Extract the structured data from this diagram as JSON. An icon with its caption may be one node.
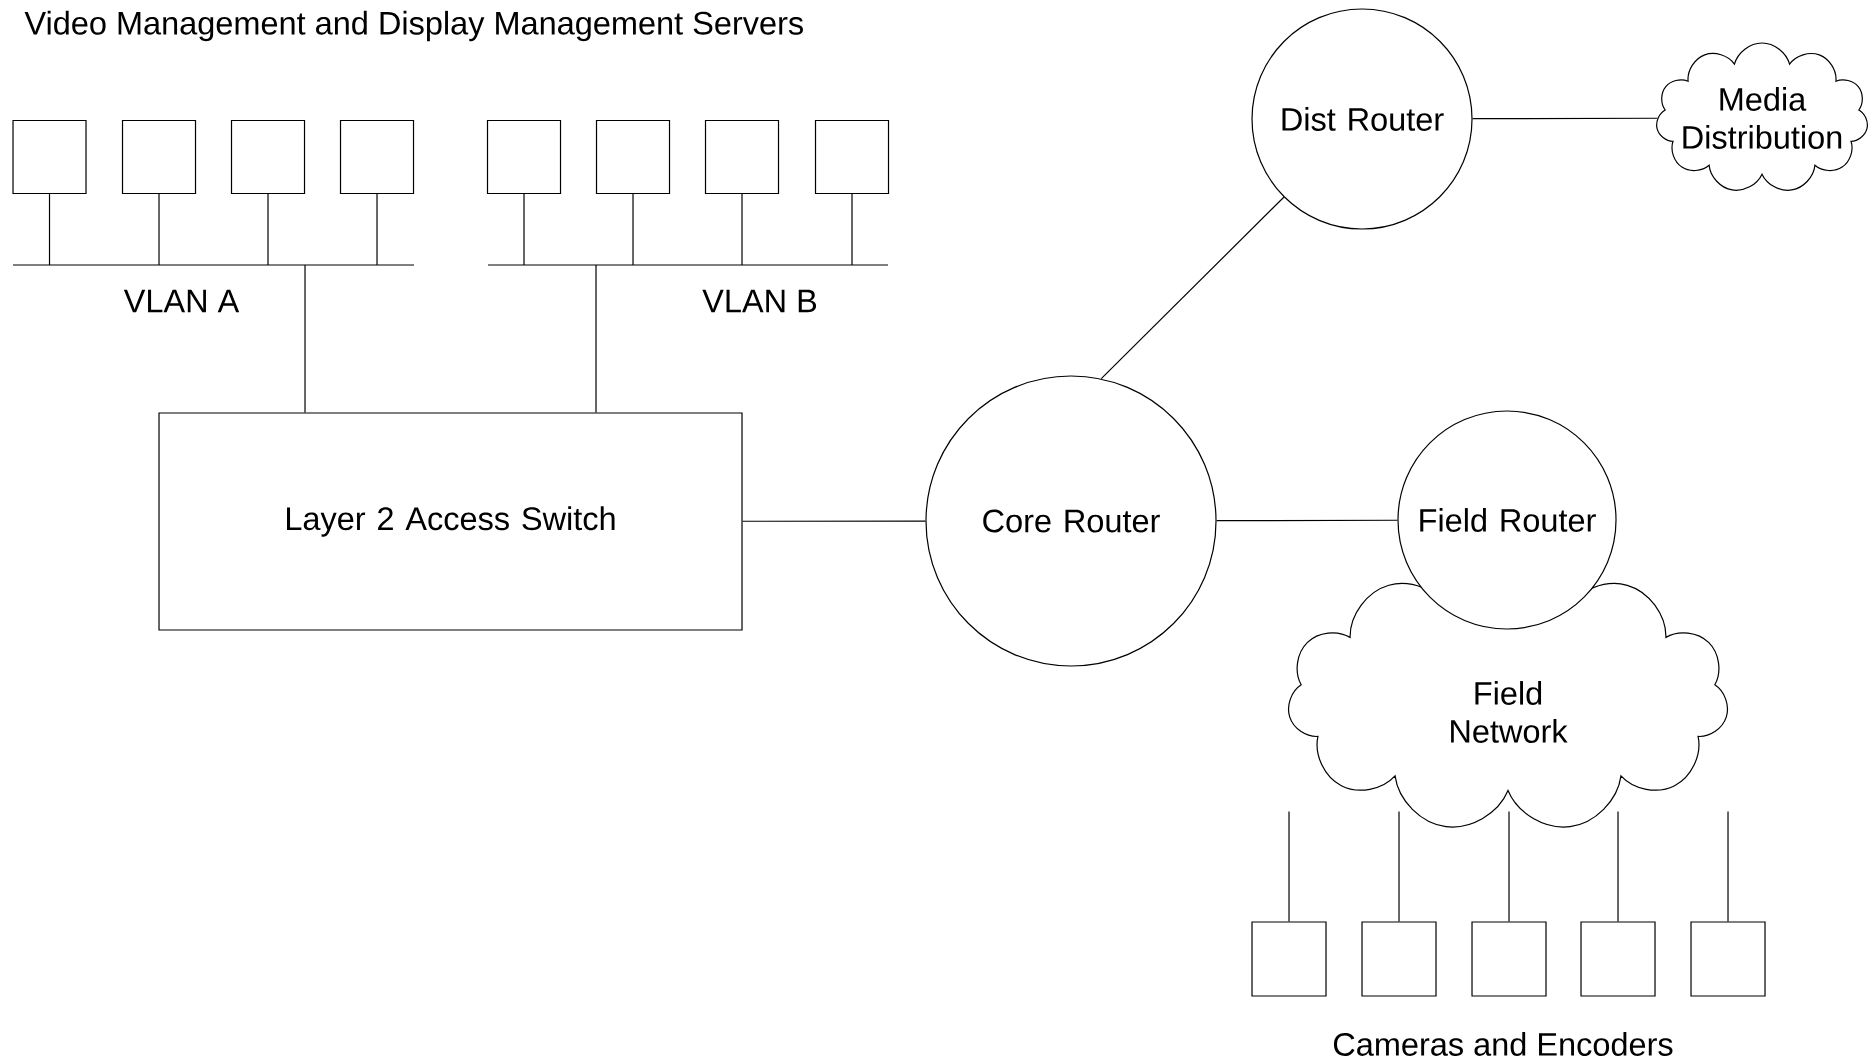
{
  "diagram": {
    "nodes": [
      {
        "text": [],
        "shape": "box"
      },
      {
        "text": [],
        "shape": "box"
      },
      {
        "text": [],
        "shape": "box"
      },
      {
        "text": [],
        "shape": "box"
      },
      {
        "text": [],
        "shape": "box"
      },
      {
        "text": [],
        "shape": "box"
      },
      {
        "text": [],
        "shape": "box"
      },
      {
        "text": [],
        "shape": "box"
      },
      {
        "text": [
          "VLAN A"
        ]
      },
      {
        "text": [
          "VLAN B"
        ]
      },
      {
        "text": [
          "Layer 2 Access Switch"
        ]
      },
      {
        "text": [
          "Core Router"
        ]
      },
      {
        "text": [
          "Dist Router"
        ]
      },
      {
        "text": [
          "Media Distribution"
        ]
      },
      {
        "text": [
          "Field Router"
        ]
      },
      {
        "text": [
          "Field Network"
        ]
      },
      {
        "text": [],
        "shape": "box"
      },
      {
        "text": [],
        "shape": "box"
      },
      {
        "text": [],
        "shape": "box"
      },
      {
        "text": [],
        "shape": "box"
      },
      {
        "text": [],
        "shape": "box"
      }
    ],
    "edges": [
      {
        "from": 0,
        "to": 8,
        "arrow": "none"
      },
      {
        "from": 1,
        "to": 8,
        "arrow": "none"
      },
      {
        "from": 2,
        "to": 8,
        "arrow": "none"
      },
      {
        "from": 3,
        "to": 8,
        "arrow": "none"
      },
      {
        "from": 4,
        "to": 9,
        "arrow": "none"
      },
      {
        "from": 5,
        "to": 9,
        "arrow": "none"
      },
      {
        "from": 6,
        "to": 9,
        "arrow": "none"
      },
      {
        "from": 7,
        "to": 9,
        "arrow": "none"
      },
      {
        "from": 8,
        "to": 10,
        "arrow": "none"
      },
      {
        "from": 9,
        "to": 10,
        "arrow": "none"
      },
      {
        "from": 10,
        "to": 11,
        "arrow": "none"
      },
      {
        "from": 11,
        "to": 12,
        "arrow": "none"
      },
      {
        "from": 12,
        "to": 13,
        "arrow": "none"
      },
      {
        "from": 11,
        "to": 14,
        "arrow": "none"
      },
      {
        "from": 16,
        "to": 15,
        "arrow": "none"
      },
      {
        "from": 17,
        "to": 15,
        "arrow": "none"
      },
      {
        "from": 18,
        "to": 15,
        "arrow": "none"
      },
      {
        "from": 19,
        "to": 15,
        "arrow": "none"
      },
      {
        "from": 20,
        "to": 15,
        "arrow": "none"
      }
    ],
    "labels": [
      "Video Management and Display Management Servers",
      "Cameras and Encoders"
    ]
  }
}
